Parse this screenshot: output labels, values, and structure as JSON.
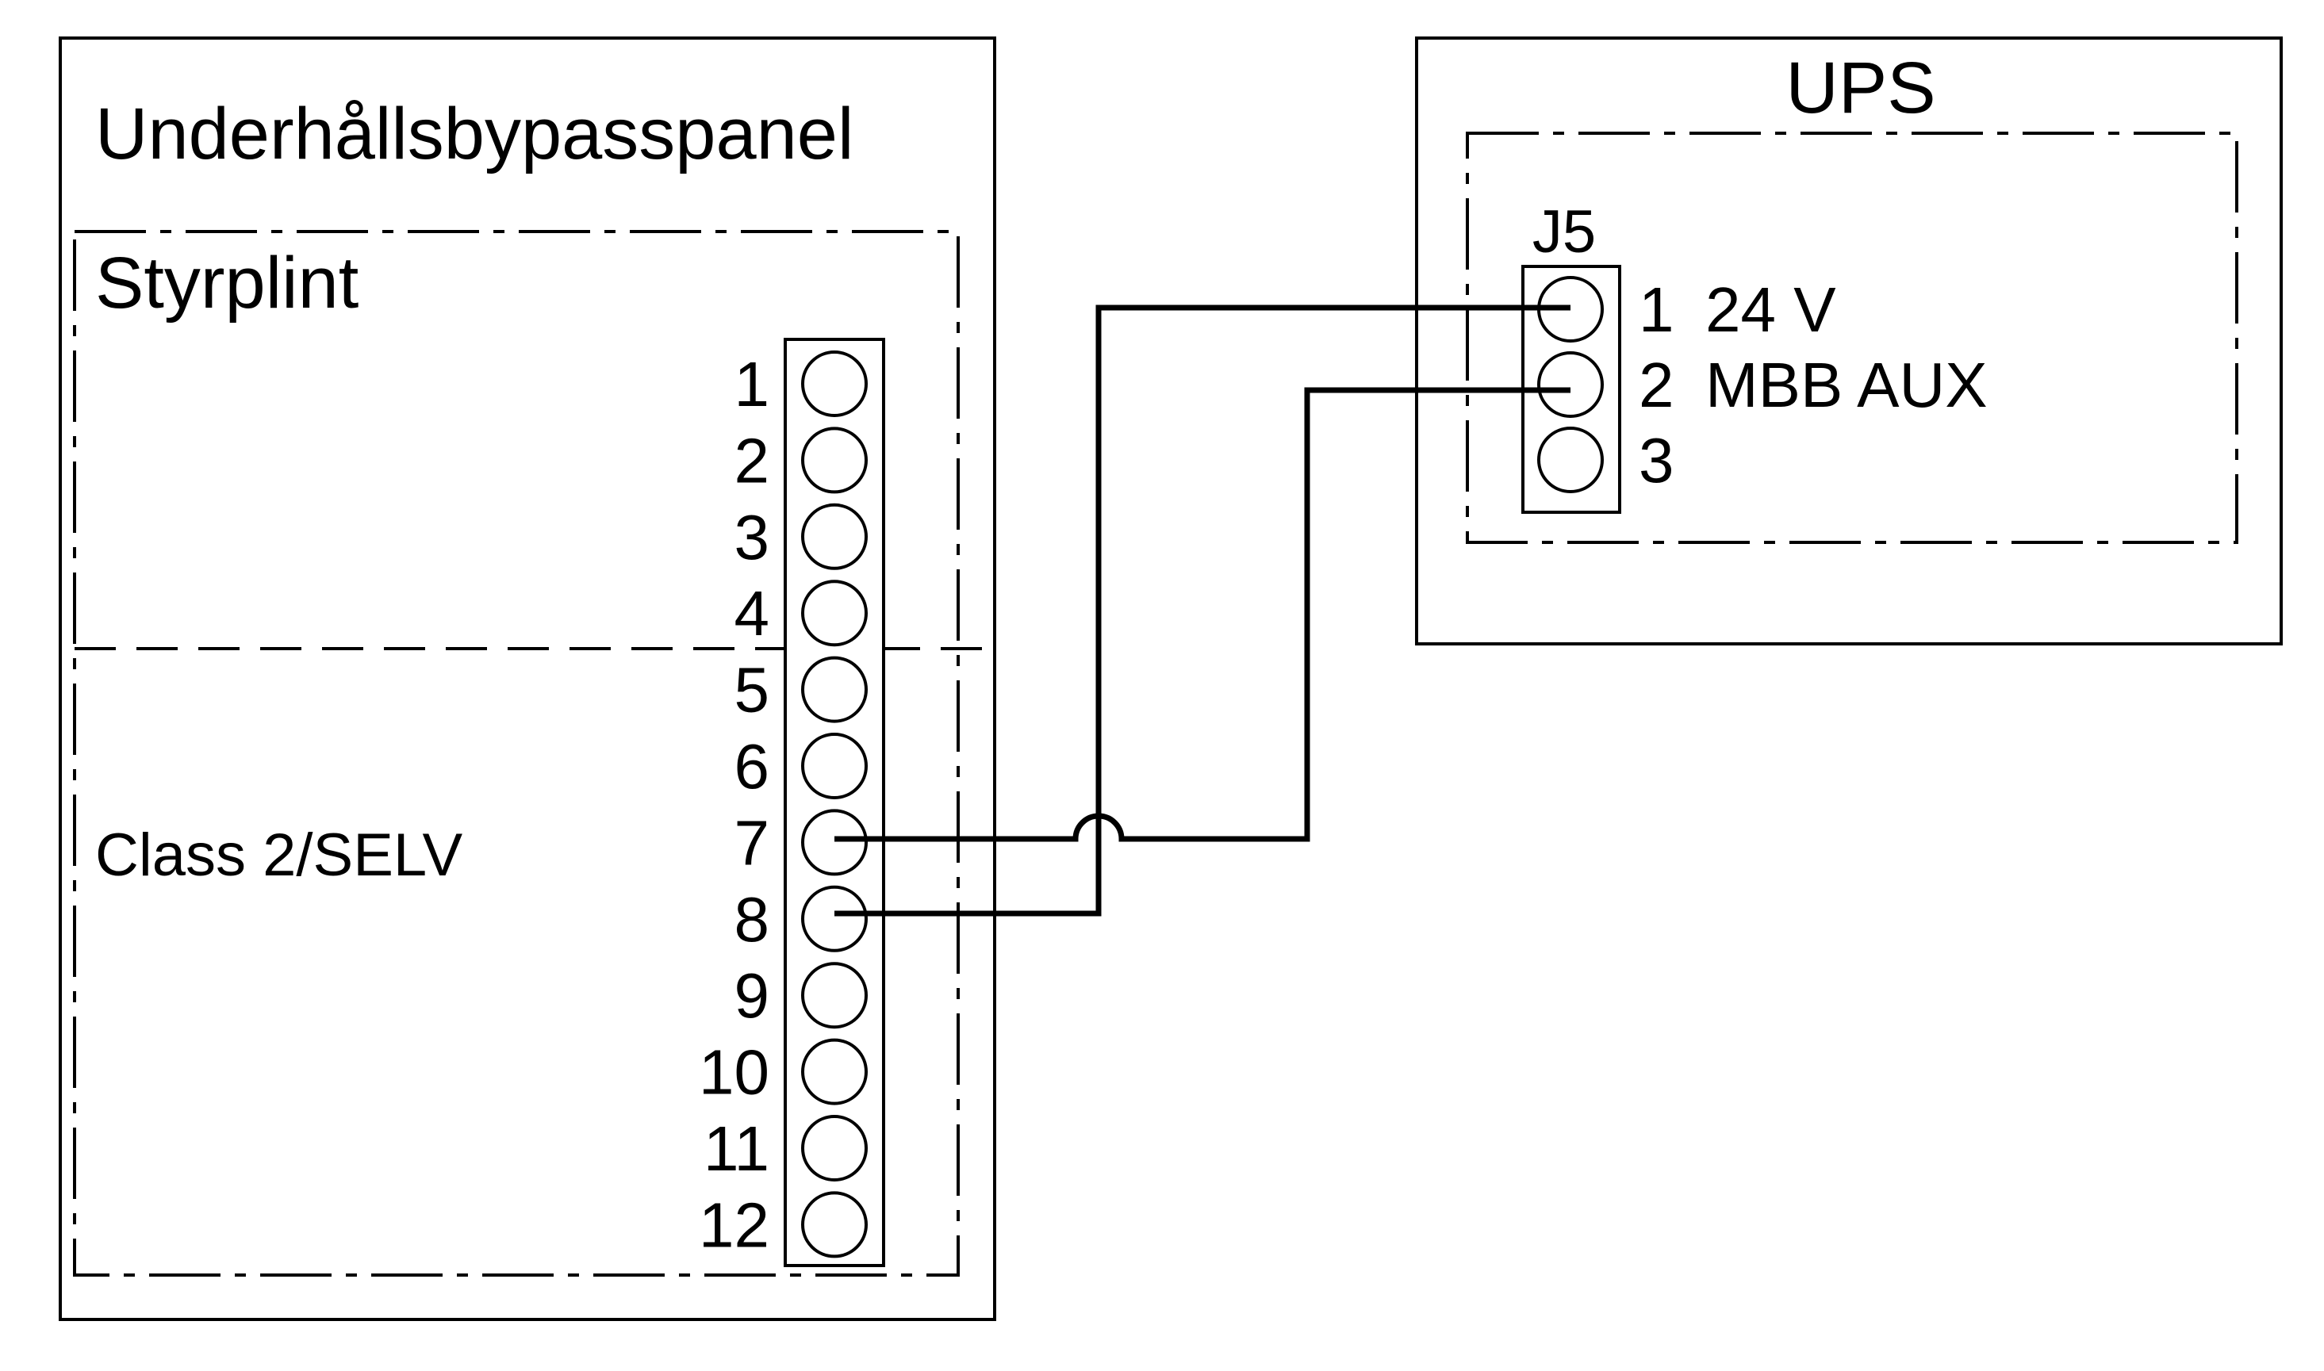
{
  "panel": {
    "title": "Underhållsbypasspanel",
    "block_label": "Styrplint",
    "zone_label": "Class 2/SELV",
    "terminals": [
      "1",
      "2",
      "3",
      "4",
      "5",
      "6",
      "7",
      "8",
      "9",
      "10",
      "11",
      "12"
    ]
  },
  "ups": {
    "title": "UPS",
    "connector": "J5",
    "pins": [
      {
        "number": "1",
        "label": "24 V"
      },
      {
        "number": "2",
        "label": "MBB AUX"
      },
      {
        "number": "3",
        "label": ""
      }
    ]
  },
  "wiring": [
    {
      "from_terminal": "7",
      "to_pin": "2"
    },
    {
      "from_terminal": "8",
      "to_pin": "1"
    }
  ]
}
